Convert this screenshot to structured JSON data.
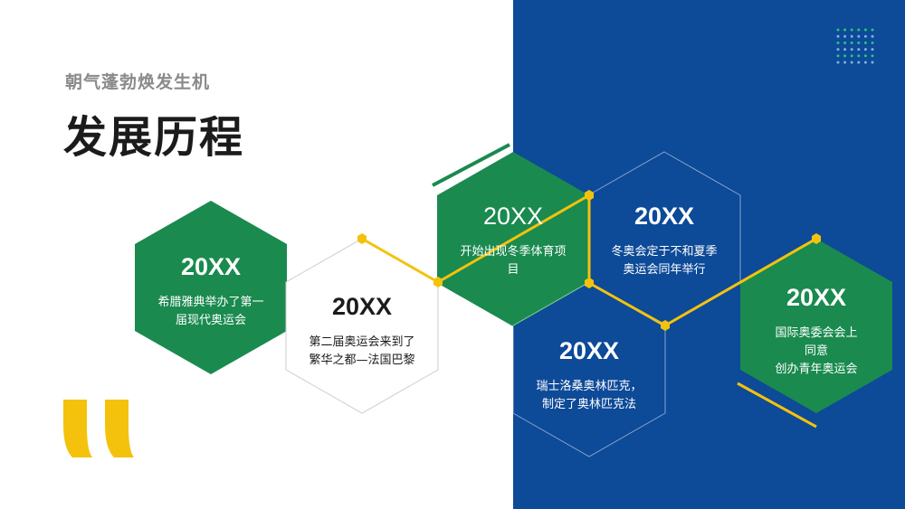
{
  "header": {
    "subtitle": "朝气蓬勃焕发生机",
    "title": "发展历程"
  },
  "colors": {
    "green": "#1a8a4f",
    "blue": "#0d4a98",
    "yellow": "#f4c20d"
  },
  "milestones": [
    {
      "year": "20XX",
      "desc_line1": "希腊雅典举办了第一",
      "desc_line2": "届现代奥运会"
    },
    {
      "year": "20XX",
      "desc_line1": "第二届奥运会来到了",
      "desc_line2": "繁华之都—法国巴黎"
    },
    {
      "year": "20XX",
      "desc_line1": "开始出现冬季体育项",
      "desc_line2": "目"
    },
    {
      "year": "20XX",
      "desc_line1": "冬奥会定于不和夏季",
      "desc_line2": "奥运会同年举行"
    },
    {
      "year": "20XX",
      "desc_line1": "瑞士洛桑奥林匹克，",
      "desc_line2": "制定了奥林匹克法"
    },
    {
      "year": "20XX",
      "desc_line1": "国际奥委会会上同意",
      "desc_line2": "创办青年奥运会"
    }
  ],
  "decor": {
    "quote_icon": "quote-mark-icon",
    "dot_grid_icon": "dot-grid-icon"
  }
}
